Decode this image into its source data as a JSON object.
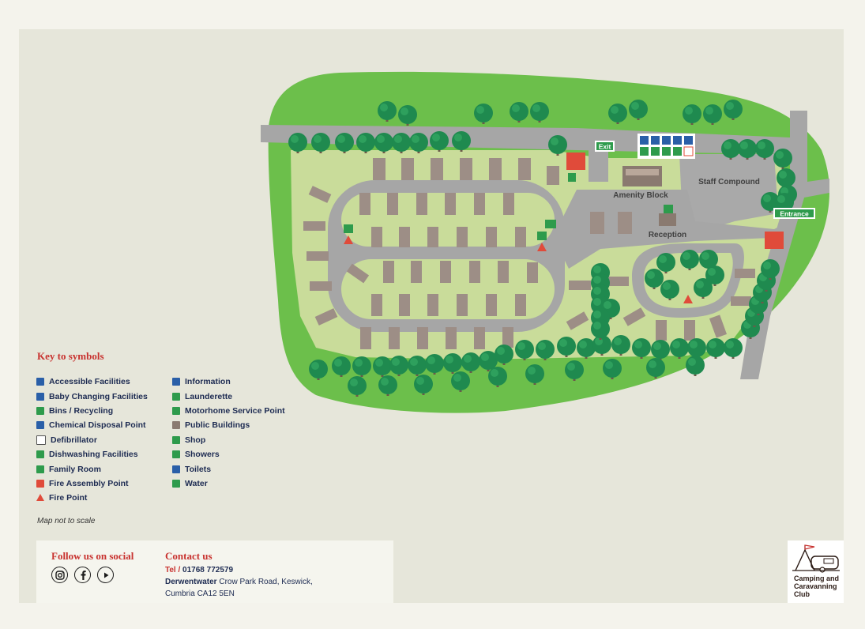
{
  "map": {
    "labels": {
      "exit": "Exit",
      "entrance": "Entrance",
      "amenity_block": "Amenity Block",
      "staff_compound": "Staff Compound",
      "reception": "Reception"
    }
  },
  "key": {
    "title": "Key to symbols",
    "left": [
      {
        "label": "Accessible Facilities",
        "icon": "accessible-icon",
        "color": "#2a5fa8"
      },
      {
        "label": "Baby Changing Facilities",
        "icon": "baby-changing-icon",
        "color": "#2a5fa8"
      },
      {
        "label": "Bins / Recycling",
        "icon": "bin-icon",
        "color": "#2e9b4c"
      },
      {
        "label": "Chemical Disposal Point",
        "icon": "chemical-disposal-icon",
        "color": "#2a5fa8"
      },
      {
        "label": "Defibrillator",
        "icon": "defibrillator-icon",
        "color": "#ffffff"
      },
      {
        "label": "Dishwashing Facilities",
        "icon": "dishwashing-icon",
        "color": "#2e9b4c"
      },
      {
        "label": "Family Room",
        "icon": "family-room-icon",
        "color": "#2e9b4c"
      },
      {
        "label": "Fire Assembly Point",
        "icon": "fire-assembly-icon",
        "color": "#e04b3a"
      },
      {
        "label": "Fire Point",
        "icon": "fire-point-icon",
        "color": "#e04b3a"
      }
    ],
    "right": [
      {
        "label": "Information",
        "icon": "information-icon",
        "color": "#2a5fa8"
      },
      {
        "label": "Launderette",
        "icon": "launderette-icon",
        "color": "#2e9b4c"
      },
      {
        "label": "Motorhome Service Point",
        "icon": "motorhome-service-icon",
        "color": "#2e9b4c"
      },
      {
        "label": "Public Buildings",
        "icon": "public-building-icon",
        "color": "#8a7a70"
      },
      {
        "label": "Shop",
        "icon": "shop-icon",
        "color": "#2e9b4c"
      },
      {
        "label": "Showers",
        "icon": "shower-icon",
        "color": "#2e9b4c"
      },
      {
        "label": "Toilets",
        "icon": "toilets-icon",
        "color": "#2a5fa8"
      },
      {
        "label": "Water",
        "icon": "water-icon",
        "color": "#2e9b4c"
      }
    ],
    "note": "Map not to scale"
  },
  "footer": {
    "social_title": "Follow us on social",
    "contact_title": "Contact us",
    "tel_label": "Tel /",
    "tel_number": "01768 772579",
    "site_name": "Derwentwater",
    "address_line1": "Crow Park Road, Keswick,",
    "address_line2": "Cumbria CA12 5EN",
    "social_icons": [
      "instagram-icon",
      "facebook-icon",
      "youtube-icon"
    ]
  },
  "logo": {
    "text": "Camping and Caravanning Club"
  },
  "colors": {
    "grass_outer": "#6cbf4b",
    "grass_inner": "#c9dc9a",
    "road": "#a6a6a6",
    "pitch": "#9d8e86",
    "tree": "#1f8a4f",
    "accent_red": "#c8322f",
    "navy_text": "#1d2b52"
  }
}
